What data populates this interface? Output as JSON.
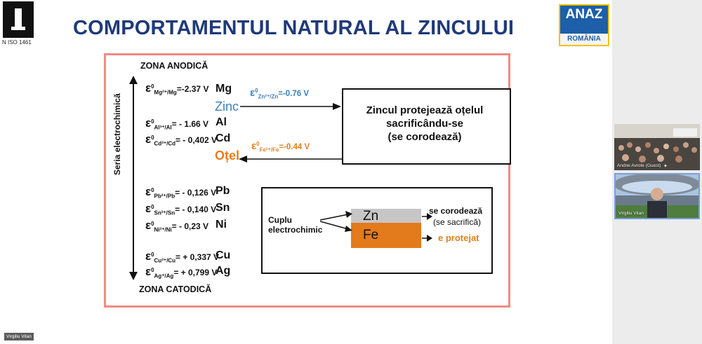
{
  "slide": {
    "title": "COMPORTAMENTUL NATURAL AL ZINCULUI",
    "iso_text": "N ISO 1461",
    "anaz": {
      "top": "ANAZ",
      "bottom": "ROMÂNIA"
    },
    "zona_anodica": "ZONA ANODICĂ",
    "zona_catodica": "ZONA CATODICĂ",
    "seria": "Seria electrochimică",
    "potentials": [
      {
        "eps": "ε",
        "sup": "0",
        "sub": "Mg²⁺/Mg",
        "value": "=-2.37 V",
        "element": "Mg"
      },
      {
        "eps": "ε",
        "sup": "0",
        "sub": "Al³⁺/Al",
        "value": "= - 1.66 V",
        "element": "Al"
      },
      {
        "eps": "ε",
        "sup": "0",
        "sub": "Cd²⁺/Cd",
        "value": "= - 0,402 V",
        "element": "Cd"
      },
      {
        "eps": "ε",
        "sup": "0",
        "sub": "Pb²⁺/Pb",
        "value": "= - 0,126 V",
        "element": "Pb"
      },
      {
        "eps": "ε",
        "sup": "0",
        "sub": "Sn²⁺/Sn",
        "value": "= - 0,140 V",
        "element": "Sn"
      },
      {
        "eps": "ε",
        "sup": "0",
        "sub": "Ni²⁺/Ni",
        "value": "= - 0,23 V",
        "element": "Ni"
      },
      {
        "eps": "ε",
        "sup": "0",
        "sub": "Cu²⁺/Cu",
        "value": "= + 0,337 V",
        "element": "Cu"
      },
      {
        "eps": "ε",
        "sup": "0",
        "sub": "Ag⁺/Ag",
        "value": "= + 0,799 V",
        "element": "Ag"
      }
    ],
    "zinc_label": "Zinc",
    "otel_label": "Oțel",
    "zn_potential": {
      "eps": "ε",
      "sup": "0",
      "sub": "Zn²⁺/Zn",
      "value": "=-0.76 V"
    },
    "fe_potential": {
      "eps": "ε",
      "sup": "0",
      "sub": "Fe²⁺/Fe",
      "value": "=-0.44 V"
    },
    "box1": {
      "line1": "Zincul protejează oțelul",
      "line2": "sacrificându-se",
      "line3": "(se corodează)"
    },
    "box2": {
      "cuplu1": "Cuplu",
      "cuplu2": "electrochimic",
      "zn": "Zn",
      "fe": "Fe",
      "corodeaza": "se corodează",
      "sacrifica": "(se sacrifică)",
      "protejat": "e protejat"
    },
    "colors": {
      "title": "#1f3a7a",
      "zinc": "#3b7fb8",
      "otel": "#e0801d",
      "frame": "#ef8a86"
    }
  },
  "participants": [
    {
      "name": "Andrei Avrote (Guest)",
      "pin_icon": "pin-icon"
    },
    {
      "name": "Virgiliu Vitan"
    }
  ],
  "presenter_label": "Virgiliu Vitan"
}
